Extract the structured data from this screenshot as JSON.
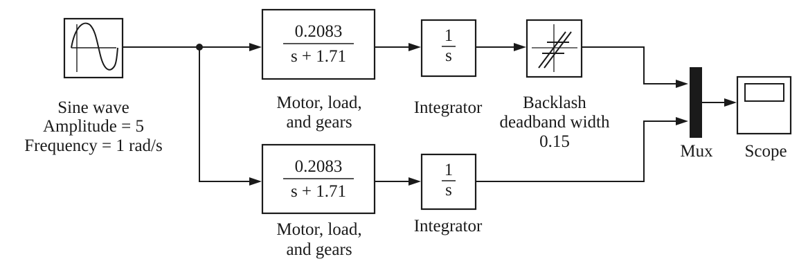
{
  "blocks": {
    "sine": {
      "label_lines": [
        "Sine wave",
        "Amplitude = 5",
        "Frequency = 1 rad/s"
      ],
      "icon": "sine-wave-icon"
    },
    "motor_top": {
      "numerator": "0.2083",
      "denominator": "s + 1.71",
      "label_lines": [
        "Motor, load,",
        "and gears"
      ]
    },
    "motor_bottom": {
      "numerator": "0.2083",
      "denominator": "s + 1.71",
      "label_lines": [
        "Motor, load,",
        "and gears"
      ]
    },
    "integrator_top": {
      "numerator": "1",
      "denominator": "s",
      "label": "Integrator"
    },
    "integrator_bottom": {
      "numerator": "1",
      "denominator": "s",
      "label": "Integrator"
    },
    "backlash": {
      "label_lines": [
        "Backlash",
        "deadband width",
        "0.15"
      ],
      "icon": "backlash-icon"
    },
    "mux": {
      "label": "Mux"
    },
    "scope": {
      "label": "Scope",
      "icon": "scope-screen-icon"
    }
  },
  "colors": {
    "stroke": "#1a1a1a",
    "background": "#ffffff"
  }
}
